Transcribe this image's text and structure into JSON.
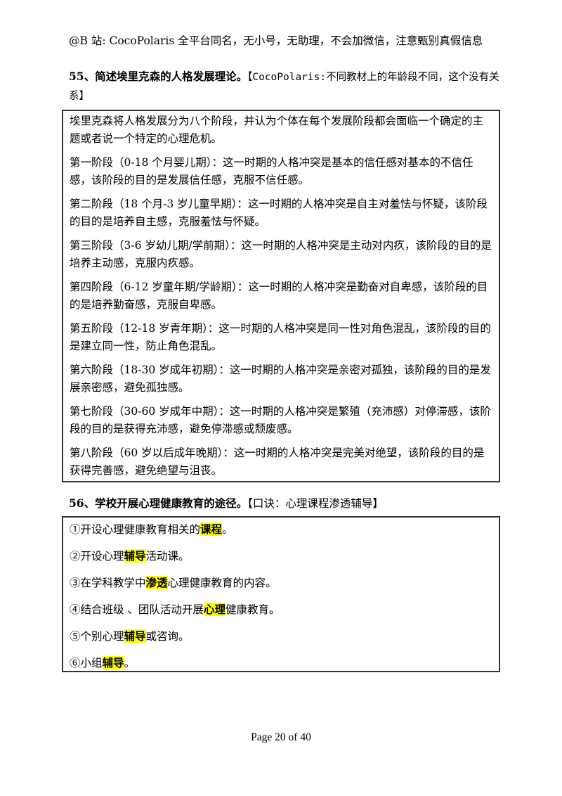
{
  "header": {
    "text": "@B 站: CocoPolaris 全平台同名，无小号，无助理，不会加微信，注意甄别真假信息"
  },
  "q55": {
    "number": "55、",
    "title": "简述埃里克森的人格发展理论。",
    "note": "【CocoPolaris:不同教材上的年龄段不同，这个没有关系】",
    "paragraphs": [
      "埃里克森将人格发展分为八个阶段，并认为个体在每个发展阶段都会面临一个确定的主题或者说一个特定的心理危机。",
      "第一阶段（0-18 个月婴儿期）：这一时期的人格冲突是基本的信任感对基本的不信任感，该阶段的目的是发展信任感，克服不信任感。",
      "第二阶段（18 个月-3 岁儿童早期）：这一时期的人格冲突是自主对羞怯与怀疑，该阶段的目的是培养自主感，克服羞怯与怀疑。",
      "第三阶段（3-6 岁幼儿期/学前期）：这一时期的人格冲突是主动对内疚，该阶段的目的是培养主动感，克服内疚感。",
      "第四阶段（6-12 岁童年期/学龄期）：这一时期的人格冲突是勤奋对自卑感，该阶段的目的是培养勤奋感，克服自卑感。",
      "第五阶段（12-18 岁青年期）：这一时期的人格冲突是同一性对角色混乱，该阶段的目的是建立同一性，防止角色混乱。",
      "第六阶段（18-30 岁成年初期）：这一时期的人格冲突是亲密对孤独，该阶段的目的是发展亲密感，避免孤独感。",
      "第七阶段（30-60 岁成年中期）：这一时期的人格冲突是繁殖（充沛感）对停滞感，该阶段的目的是获得充沛感，避免停滞感或颓废感。",
      "第八阶段（60 岁以后成年晚期）：这一时期的人格冲突是完美对绝望，该阶段的目的是获得完善感，避免绝望与沮丧。"
    ]
  },
  "q56": {
    "number": "56、",
    "title": "学校开展心理健康教育的途径。",
    "note": "【口诀：心理课程渗透辅导】",
    "items": [
      {
        "pre": "①开设心理健康教育相关的",
        "hl": "课程",
        "post": "。"
      },
      {
        "pre": "②开设心理",
        "hl": "辅导",
        "post": "活动课。"
      },
      {
        "pre": "③在学科教学中",
        "hl": "渗透",
        "post": "心理健康教育的内容。"
      },
      {
        "pre": "④结合班级 、团队活动开展",
        "hl": "心理",
        "post": "健康教育。"
      },
      {
        "pre": "⑤个别心理",
        "hl": "辅导",
        "post": "或咨询。"
      },
      {
        "pre": "⑥小组",
        "hl": "辅导",
        "post": "。"
      }
    ]
  },
  "footer": {
    "page": "Page 20 of 40"
  },
  "colors": {
    "highlight": "#ffff00",
    "border": "#333333"
  }
}
